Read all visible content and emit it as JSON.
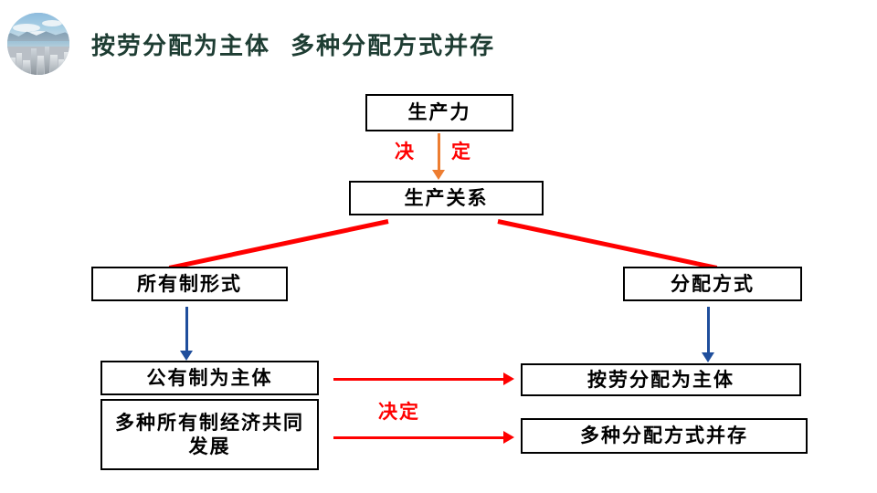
{
  "slide": {
    "title": "按劳分配为主体  多种分配方式并存",
    "title_color": "#1e3d33",
    "background": "#ffffff",
    "photo_alt": "city-skyline-photo"
  },
  "colors": {
    "box_border": "#000000",
    "red": "#ff0000",
    "orange_arrow": "#ed7d31",
    "blue_arrow": "#1f4e9c"
  },
  "diagram": {
    "nodes": {
      "productive_forces": "生产力",
      "production_relations": "生产关系",
      "ownership_form": "所有制形式",
      "distribution_form": "分配方式",
      "public_ownership": "公有制为主体",
      "multiple_ownership": "多种所有制经济共同发展",
      "distribution_by_labor": "按劳分配为主体",
      "multiple_distribution": "多种分配方式并存"
    },
    "edge_labels": {
      "determines_top_left": "决",
      "determines_top_right": "定",
      "determines_bottom": "决定"
    }
  }
}
